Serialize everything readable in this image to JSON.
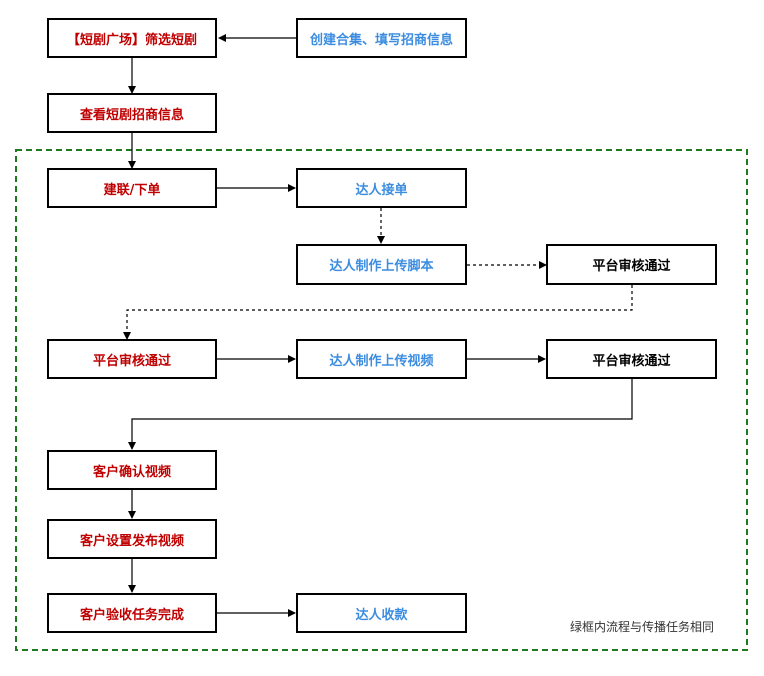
{
  "colors": {
    "red": "#c00000",
    "blue": "#3c8de0",
    "black": "#000000",
    "group_border": "#1f7a1f"
  },
  "nodes": {
    "filter_drama": "【短剧广场】筛选短剧",
    "create_collection": "创建合集、填写招商信息",
    "view_info": "查看短剧招商信息",
    "contact_order": "建联/下单",
    "talent_accept": "达人接单",
    "upload_script": "达人制作上传脚本",
    "platform_review_1": "平台审核通过",
    "platform_review_2": "平台审核通过",
    "upload_video": "达人制作上传视频",
    "platform_review_3": "平台审核通过",
    "confirm_video": "客户确认视频",
    "setup_publish": "客户设置发布视频",
    "accept_task": "客户验收任务完成",
    "talent_payment": "达人收款"
  },
  "group_note": "绿框内流程与传播任务相同"
}
